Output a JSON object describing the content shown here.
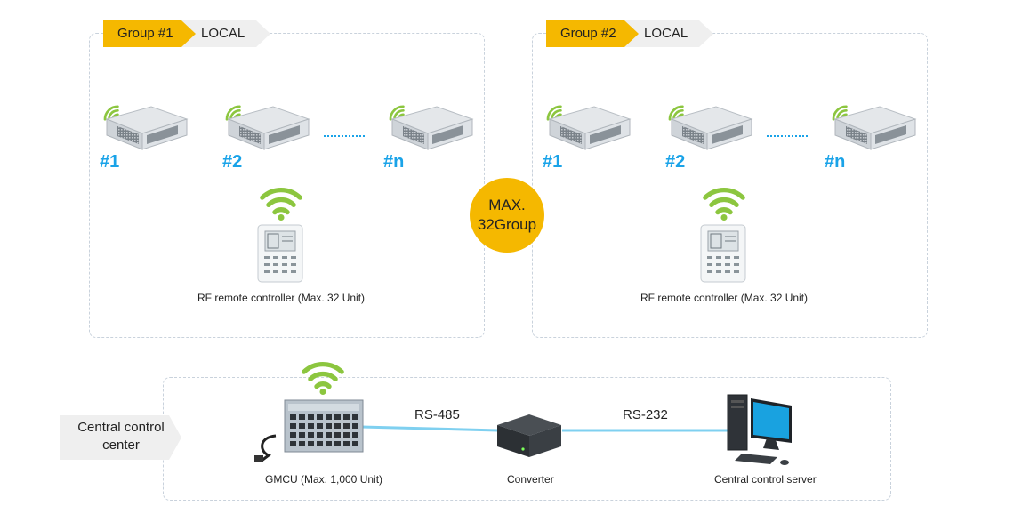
{
  "groups": [
    {
      "tag": "Group #1",
      "mode": "LOCAL",
      "units": [
        "#1",
        "#2",
        "#n"
      ],
      "controller_caption": "RF remote controller (Max. 32 Unit)"
    },
    {
      "tag": "Group #2",
      "mode": "LOCAL",
      "units": [
        "#1",
        "#2",
        "#n"
      ],
      "controller_caption": "RF remote controller (Max. 32 Unit)"
    }
  ],
  "max_badge": {
    "line1": "MAX.",
    "line2": "32Group"
  },
  "central": {
    "tag_line1": "Central control",
    "tag_line2": "center",
    "gmcu_caption": "GMCU (Max. 1,000 Unit)",
    "converter_caption": "Converter",
    "server_caption": "Central control server",
    "bus1": "RS-485",
    "bus2": "RS-232"
  },
  "colors": {
    "accent_yellow": "#f5b800",
    "unit_blue": "#1aa3e8",
    "wifi_green": "#8cc63f",
    "cable_blue": "#7fd0f0"
  }
}
